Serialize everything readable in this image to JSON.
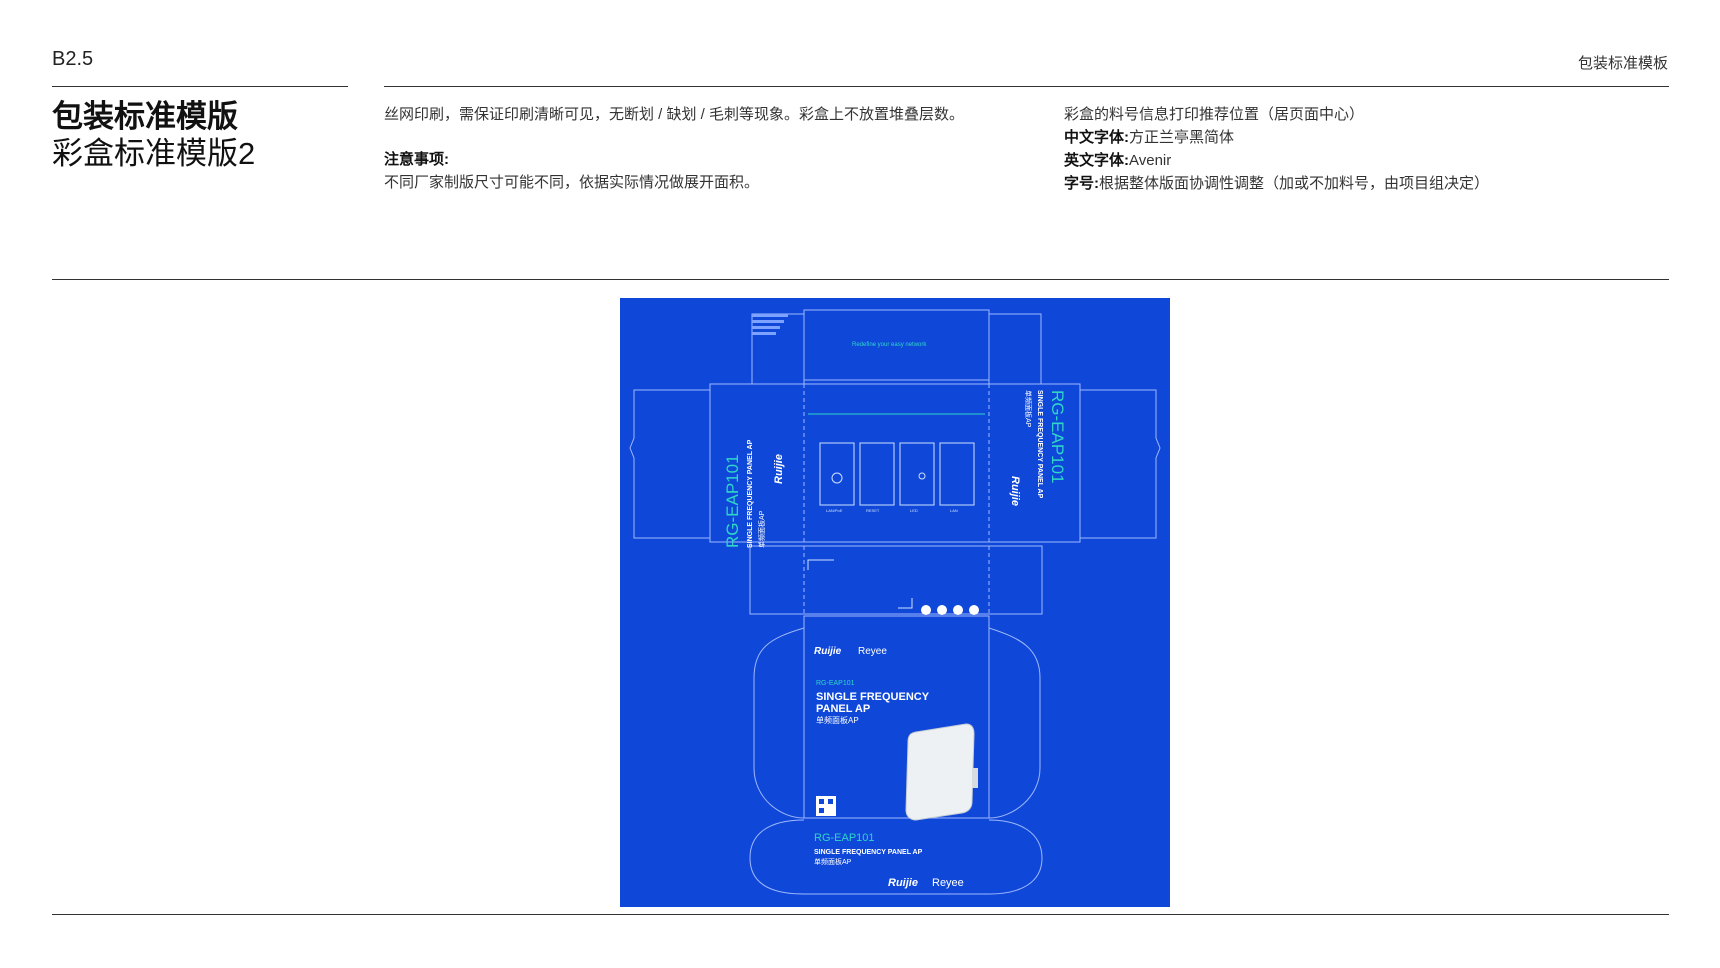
{
  "header": {
    "code": "B2.5",
    "section_title": "包装标准模板"
  },
  "title": {
    "main": "包装标准模版",
    "sub": "彩盒标准模版2"
  },
  "notes": {
    "line1": "丝网印刷，需保证印刷清晰可见，无断划 / 缺划 / 毛刺等现象。彩盒上不放置堆叠层数。",
    "attention_label": "注意事项:",
    "attention_text": "不同厂家制版尺寸可能不同，依据实际情况做展开面积。"
  },
  "specs": {
    "intro": "彩盒的料号信息打印推荐位置（居页面中心）",
    "cn_font_label": "中文字体:",
    "cn_font_value": "方正兰亭黑简体",
    "en_font_label": "英文字体:",
    "en_font_value": "Avenir",
    "code_label": "字号:",
    "code_value": "根据整体版面协调性调整（加或不加料号，由项目组决定）"
  },
  "box": {
    "background_color": "#0f48d8",
    "line_color": "#9fb8ff",
    "accent_color": "#2fd6c8",
    "model": "RG-EAP101",
    "product_en_1": "SINGLE FREQUENCY",
    "product_en_2": "PANEL AP",
    "product_en_full": "SINGLE FREQUENCY PANEL AP",
    "product_cn": "单频面板AP",
    "brand_ruijie": "Ruijie",
    "brand_reyee": "Reyee",
    "slogan": "Redefine your easy network",
    "port_labels": [
      "LAN/PoE",
      "RESET",
      "LED",
      "LAN"
    ],
    "recycle_icon": "recycle-icon",
    "qr_icon": "qr-code-icon"
  }
}
